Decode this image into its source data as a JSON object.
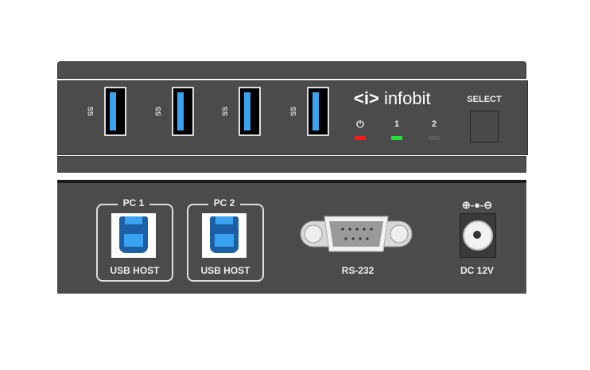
{
  "front": {
    "usb_ports": [
      {
        "label": "SS"
      },
      {
        "label": "SS"
      },
      {
        "label": "SS"
      },
      {
        "label": "SS"
      }
    ],
    "brand": "infobit",
    "brand_mark": "<i>",
    "leds": [
      {
        "label": "⏻",
        "color": "#ff1a1a"
      },
      {
        "label": "1",
        "color": "#22dd33"
      },
      {
        "label": "2",
        "color": "#5c5c5c"
      }
    ],
    "select_label": "SELECT"
  },
  "back": {
    "hosts": [
      {
        "title": "PC 1",
        "label": "USB HOST"
      },
      {
        "title": "PC 2",
        "label": "USB HOST"
      }
    ],
    "serial_label": "RS-232",
    "power_polarity": "⊕-●-⊖",
    "power_label": "DC 12V"
  }
}
